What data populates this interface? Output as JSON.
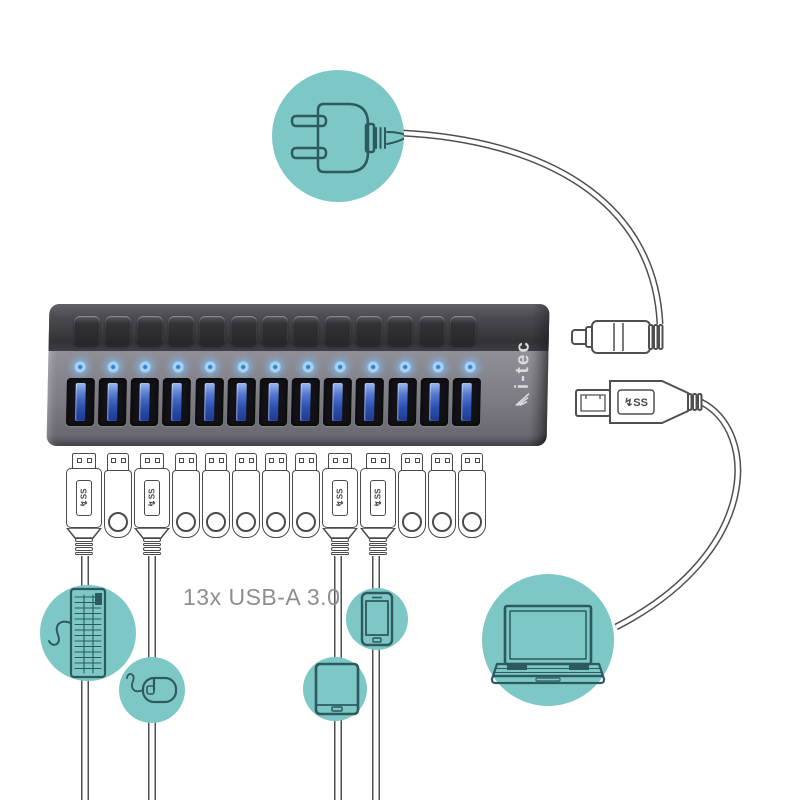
{
  "brand": {
    "logo_text": "i-tec"
  },
  "caption": {
    "text": "13x USB-A 3.0"
  },
  "hub": {
    "button_count": 13,
    "led_count": 13,
    "port_count": 13
  },
  "usb3": {
    "marking": "SS",
    "trident_glyph": "↯"
  },
  "connectors": [
    {
      "type": "plug",
      "device": "keyboard"
    },
    {
      "type": "drive"
    },
    {
      "type": "plug",
      "device": "mouse"
    },
    {
      "type": "drive"
    },
    {
      "type": "drive"
    },
    {
      "type": "drive"
    },
    {
      "type": "drive"
    },
    {
      "type": "drive"
    },
    {
      "type": "plug",
      "device": "tablet"
    },
    {
      "type": "plug",
      "device": "smartphone"
    },
    {
      "type": "drive"
    },
    {
      "type": "drive"
    },
    {
      "type": "drive"
    }
  ],
  "devices": {
    "power": "power-plug",
    "keyboard": "keyboard",
    "mouse": "mouse",
    "tablet": "tablet",
    "phone": "smartphone",
    "laptop": "laptop"
  },
  "colors": {
    "teal_circle": "#7dc8c6",
    "icon_line": "#2d5a5e",
    "cable_line": "#4f4f4f",
    "hub_body_gray": "#8a8992",
    "hub_top_gray": "#3f3f45",
    "led_blue": "#8ec6f0",
    "port_blue": "#2c4fae",
    "caption_gray": "#8e8e8e",
    "logo_white": "#dadada"
  }
}
